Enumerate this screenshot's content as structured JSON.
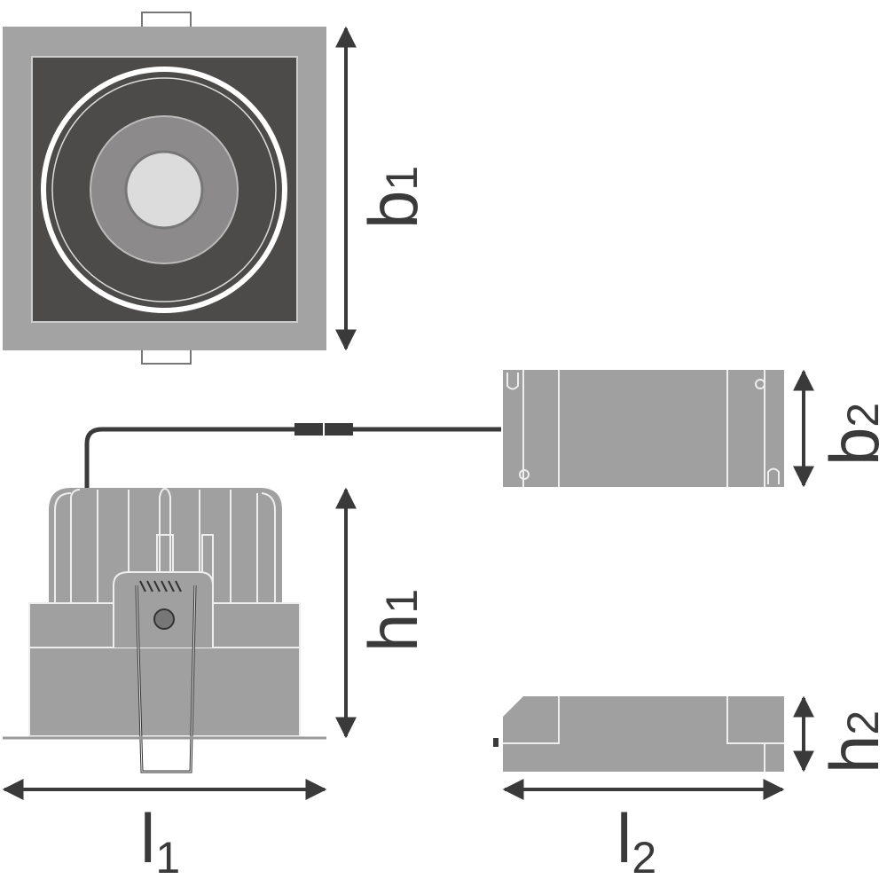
{
  "labels": {
    "b1": {
      "main": "b",
      "sub": "1"
    },
    "b2": {
      "main": "b",
      "sub": "2"
    },
    "h1": {
      "main": "h",
      "sub": "1"
    },
    "h2": {
      "main": "h",
      "sub": "2"
    },
    "l1": {
      "main": "l",
      "sub": "1"
    },
    "l2": {
      "main": "l",
      "sub": "2"
    }
  },
  "colors": {
    "body": "#a0a0a0",
    "dark": "#4d4a4a",
    "line": "#3a3a3a",
    "lens": "#dcdcdc"
  }
}
